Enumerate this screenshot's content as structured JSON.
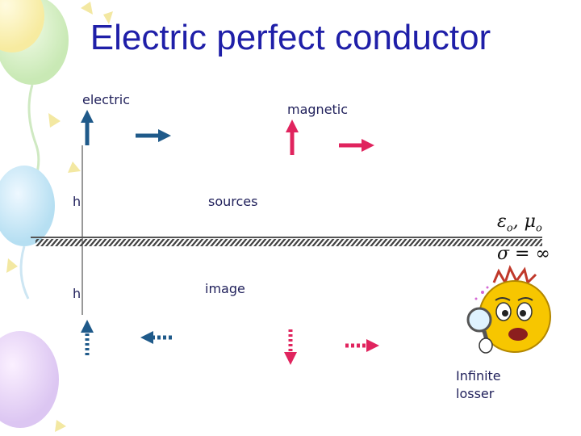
{
  "title": "Electric perfect conductor",
  "labels": {
    "electric": "electric",
    "magnetic": "magnetic",
    "h_top": "h",
    "h_bottom": "h",
    "sources": "sources",
    "image": "image",
    "caption_line1": "Infinite",
    "caption_line2": "losser"
  },
  "symbols": {
    "eps": "ε",
    "eps_sub": "o",
    "mu": "μ",
    "mu_sub": "o",
    "sigma_eq": "σ = ∞"
  },
  "colors": {
    "title": "#1f1fa8",
    "electric": "#1f5a8a",
    "magnetic": "#e0245e",
    "ground": "#555555",
    "face": "#f7c600"
  },
  "icons": {
    "mascot": "magnifier-face-icon"
  }
}
